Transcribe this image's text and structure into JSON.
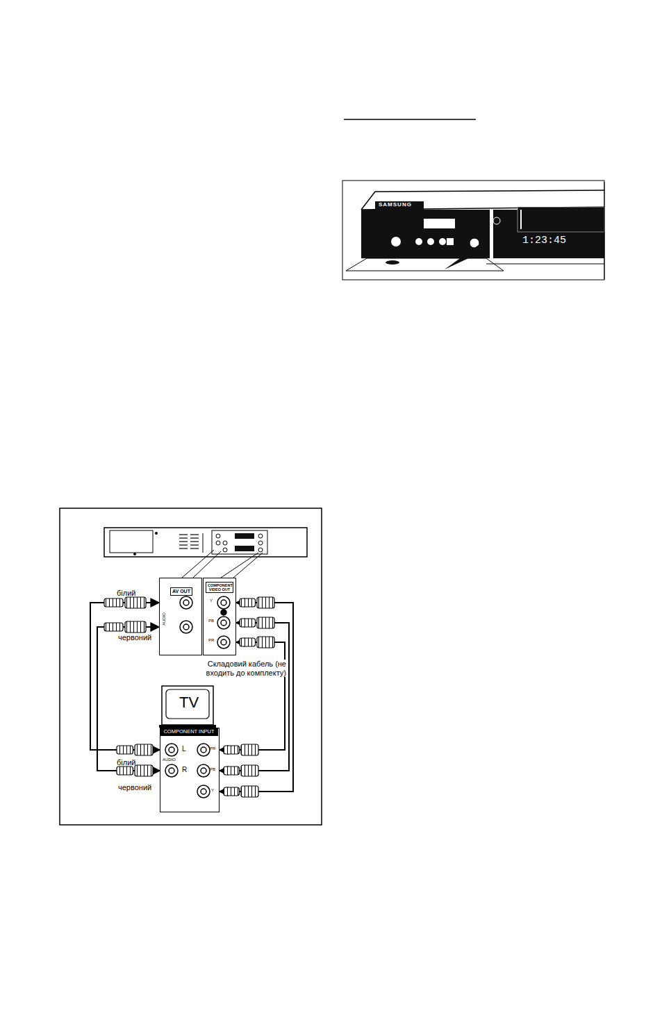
{
  "diagram": {
    "nodes": [
      {
        "text": [
          "AV OUT",
          "AUDIO"
        ]
      },
      {
        "text": [
          "COMPONENT VIDEO OUT"
        ]
      },
      {
        "text": [
          "TV"
        ]
      },
      {
        "text": [
          "COMPONENT INPUT"
        ]
      }
    ],
    "edges": [
      {
        "from": 0,
        "to": 3,
        "arrow": "both"
      },
      {
        "from": 0,
        "to": 3,
        "arrow": "both"
      },
      {
        "from": 1,
        "to": 3,
        "arrow": "both"
      },
      {
        "from": 1,
        "to": 3,
        "arrow": "both"
      },
      {
        "from": 1,
        "to": 3,
        "arrow": "both"
      }
    ],
    "labels": [
      "білий",
      "червоний",
      "Складовий кабель (не входить до комплекту)",
      "білий",
      "червоний",
      "Y",
      "PB",
      "PR",
      "PR",
      "PB",
      "Y",
      "L",
      "R",
      "AUDIO",
      "SAMSUNG",
      "1:23:45"
    ]
  }
}
